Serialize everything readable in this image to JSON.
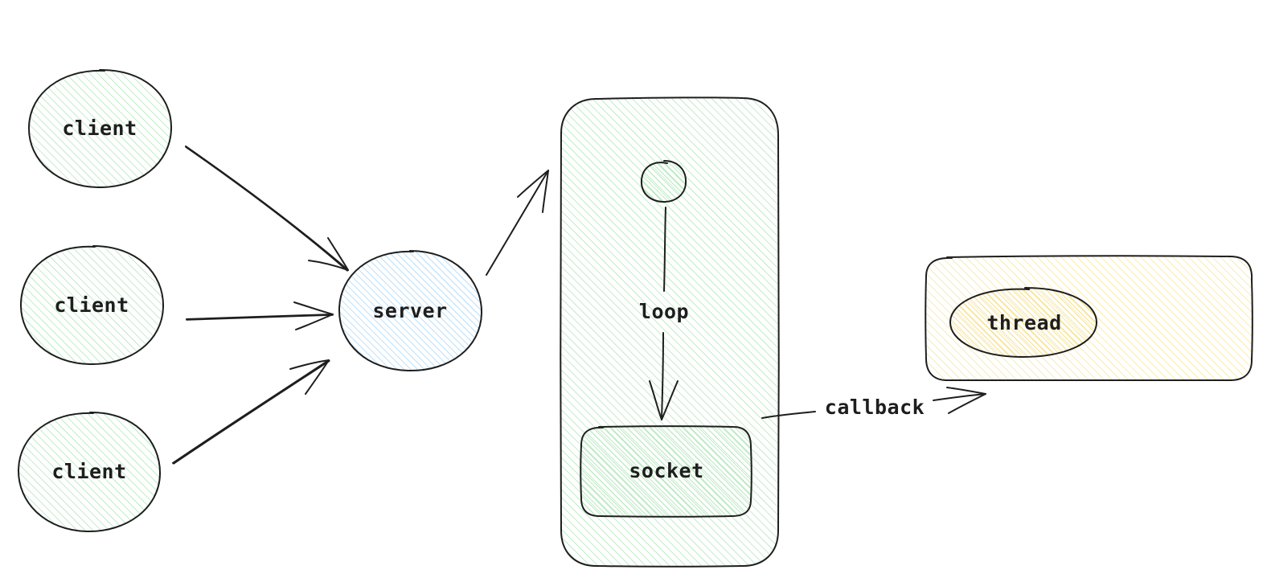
{
  "diagram": {
    "nodes": {
      "client_top": "client",
      "client_middle": "client",
      "client_bottom": "client",
      "server": "server",
      "loop": "loop",
      "socket": "socket",
      "thread": "thread"
    },
    "edges": {
      "callback": "callback"
    },
    "colors": {
      "green_fill": "#b2f2bb",
      "blue_fill": "#a5d8ff",
      "yellow_fill": "#ffec99",
      "stroke": "#1e1e1e"
    }
  }
}
